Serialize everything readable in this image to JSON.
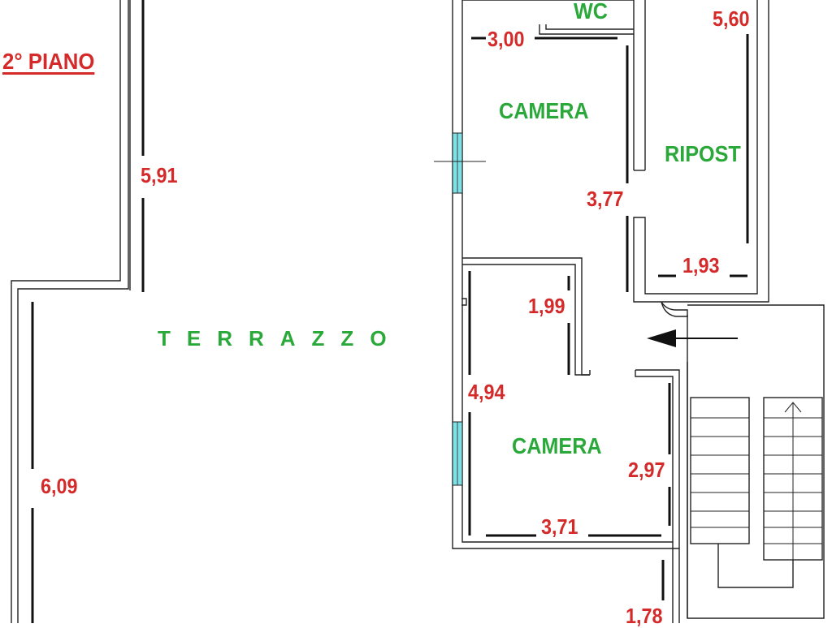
{
  "plan": {
    "floor_title": "2° PIANO",
    "rooms": {
      "terrace": "TERRAZZO",
      "wc": "WC",
      "bedroom_top": "CAMERA",
      "storage": "RIPOST",
      "bedroom_bottom": "CAMERA"
    },
    "dimensions": {
      "terrace_upper": "5,91",
      "terrace_lower": "6,09",
      "wc_width": "3,00",
      "storage_height": "5,60",
      "bedroom_top_depth": "3,77",
      "storage_width": "1,93",
      "closet_depth": "1,99",
      "bedroom_bottom_depth": "4,94",
      "bedroom_bottom_side": "2,97",
      "bedroom_bottom_width": "3,71",
      "landing": "1,78"
    },
    "colors": {
      "dimension_text": "#d42a2a",
      "room_text": "#2aa83a",
      "walls": "#222222",
      "windows": "#7fe0e6"
    },
    "icons": {
      "entrance": "arrow-left-icon",
      "stairs_direction": "arrow-up-icon"
    }
  }
}
